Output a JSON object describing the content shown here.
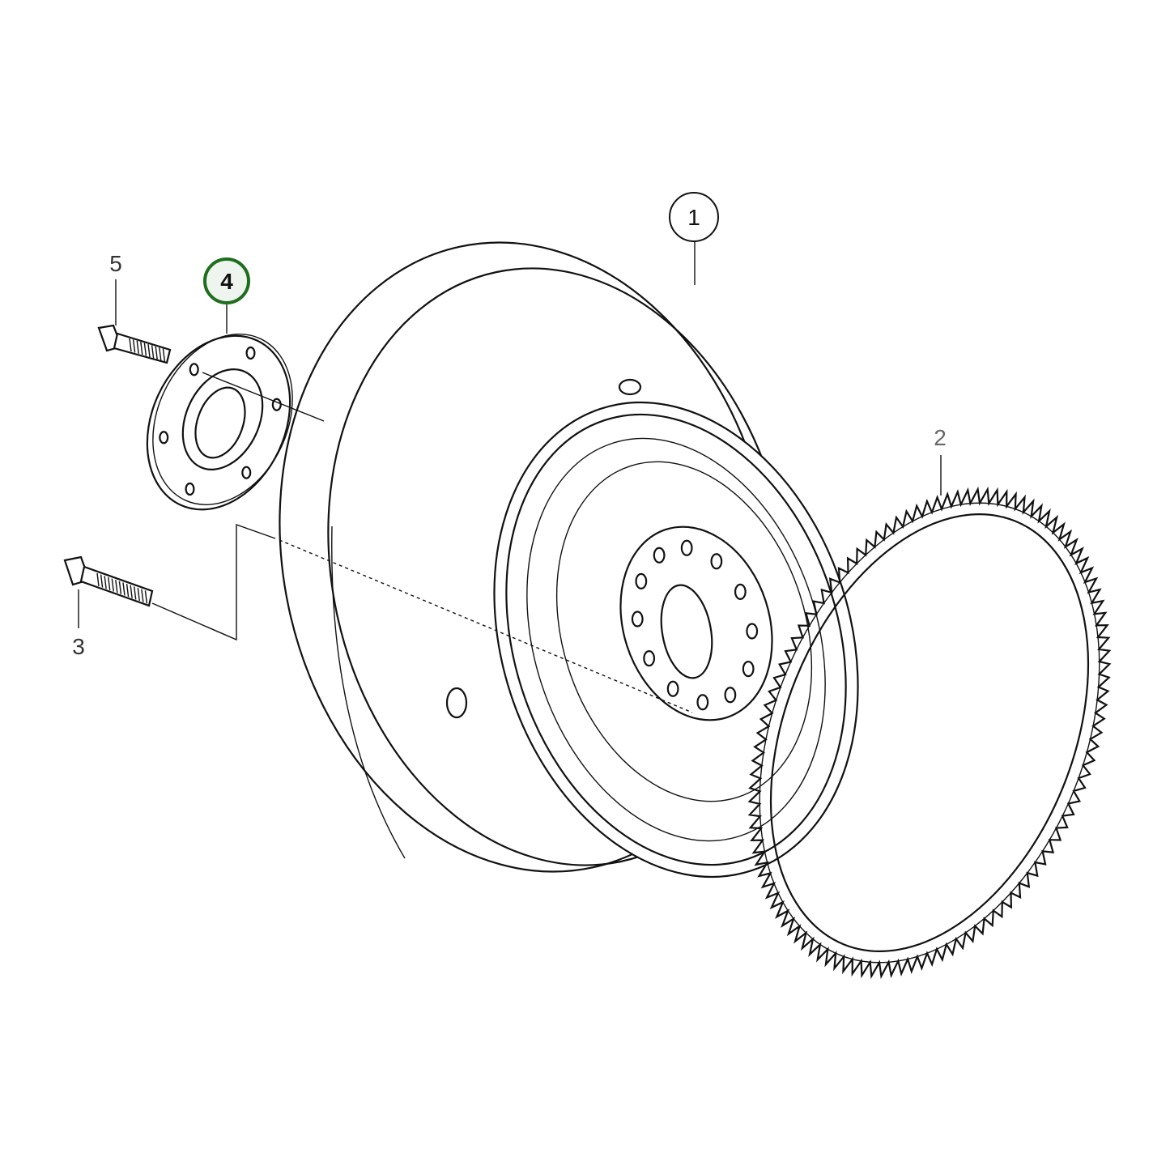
{
  "callouts": [
    {
      "id": "1",
      "label": "1",
      "style": "circled"
    },
    {
      "id": "2",
      "label": "2",
      "style": "plain"
    },
    {
      "id": "3",
      "label": "3",
      "style": "plain"
    },
    {
      "id": "4",
      "label": "4",
      "style": "circled-highlighted"
    },
    {
      "id": "5",
      "label": "5",
      "style": "plain"
    }
  ],
  "colors": {
    "highlight": "#1e6e1e",
    "highlight_fill": "#eef4ee",
    "line": "#111111",
    "label_gray": "#666666"
  }
}
